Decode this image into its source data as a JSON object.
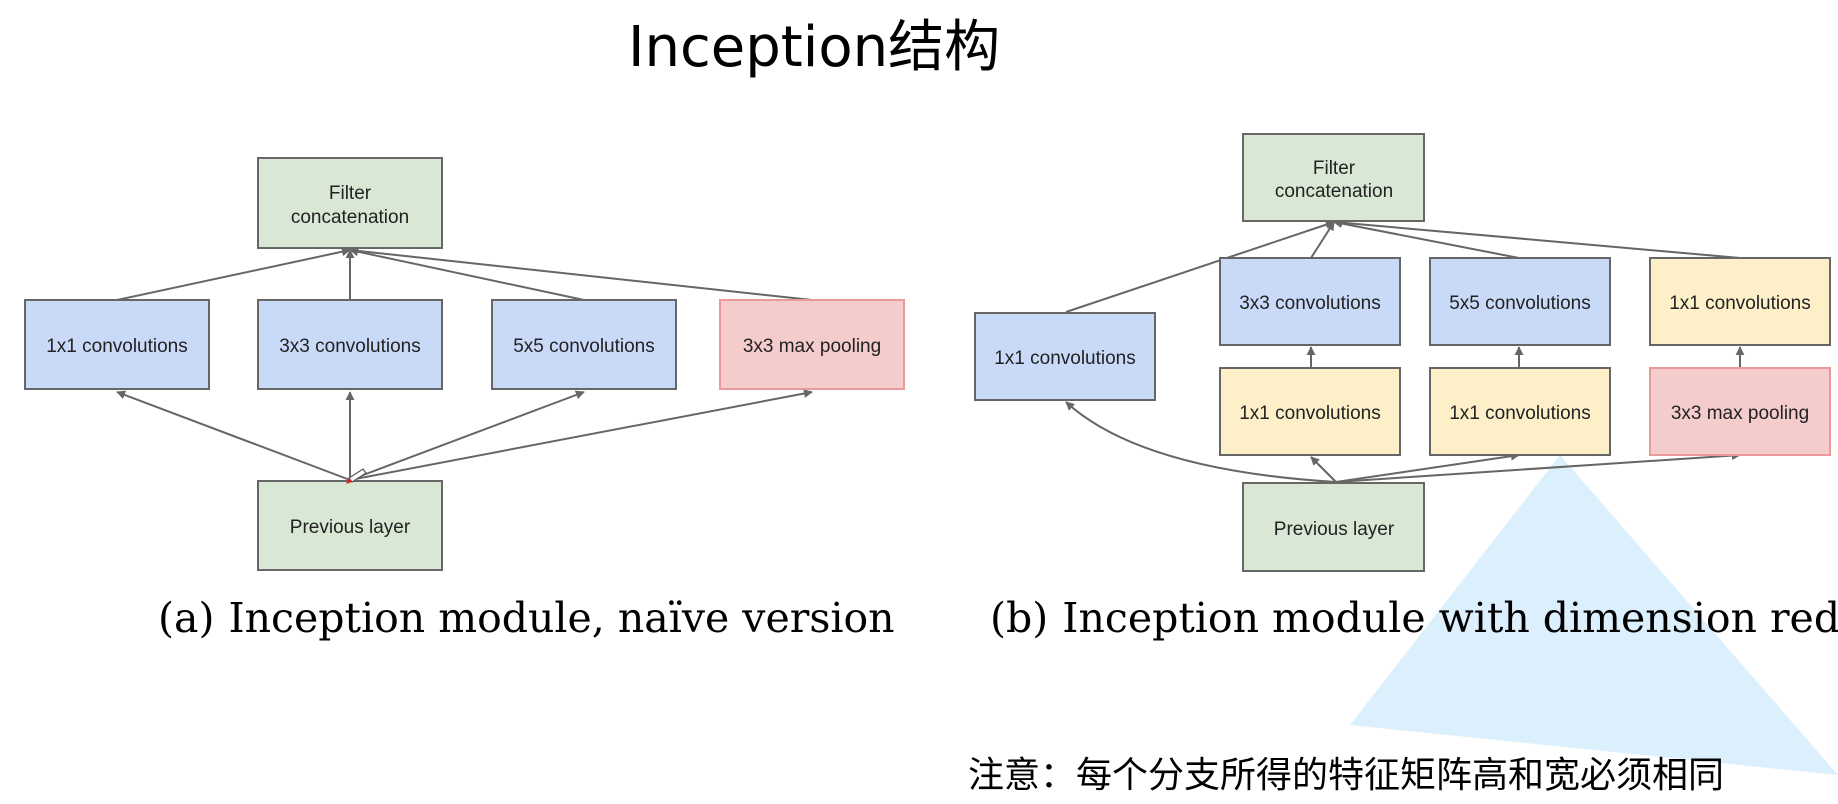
{
  "title": "Inception结构",
  "colors": {
    "filter_fill": "#d9e8d4",
    "conv_fill": "#c9daf8",
    "reduce_fill": "#fdf0c9",
    "pool_fill": "#f4cccc",
    "pool_stroke": "#e99999",
    "box_stroke": "#666666",
    "arrow": "#666666",
    "overlay": "#d6ecfb"
  },
  "diagram_a": {
    "caption_label": "(a)",
    "caption_text": "Inception module, naïve version",
    "nodes": {
      "filter": {
        "line1": "Filter",
        "line2": "concatenation"
      },
      "conv1": "1x1 convolutions",
      "conv3": "3x3 convolutions",
      "conv5": "5x5 convolutions",
      "pool": "3x3 max pooling",
      "prev": "Previous layer"
    }
  },
  "diagram_b": {
    "caption_label": "(b)",
    "caption_text": "Inception module with dimension reductions",
    "nodes": {
      "filter": {
        "line1": "Filter",
        "line2": "concatenation"
      },
      "conv1": "1x1 convolutions",
      "conv3": "3x3 convolutions",
      "conv5": "5x5 convolutions",
      "conv1_after_pool": "1x1 convolutions",
      "reduce3": "1x1 convolutions",
      "reduce5": "1x1 convolutions",
      "pool": "3x3 max pooling",
      "prev": "Previous layer"
    }
  },
  "note": "注意：每个分支所得的特征矩阵高和宽必须相同"
}
